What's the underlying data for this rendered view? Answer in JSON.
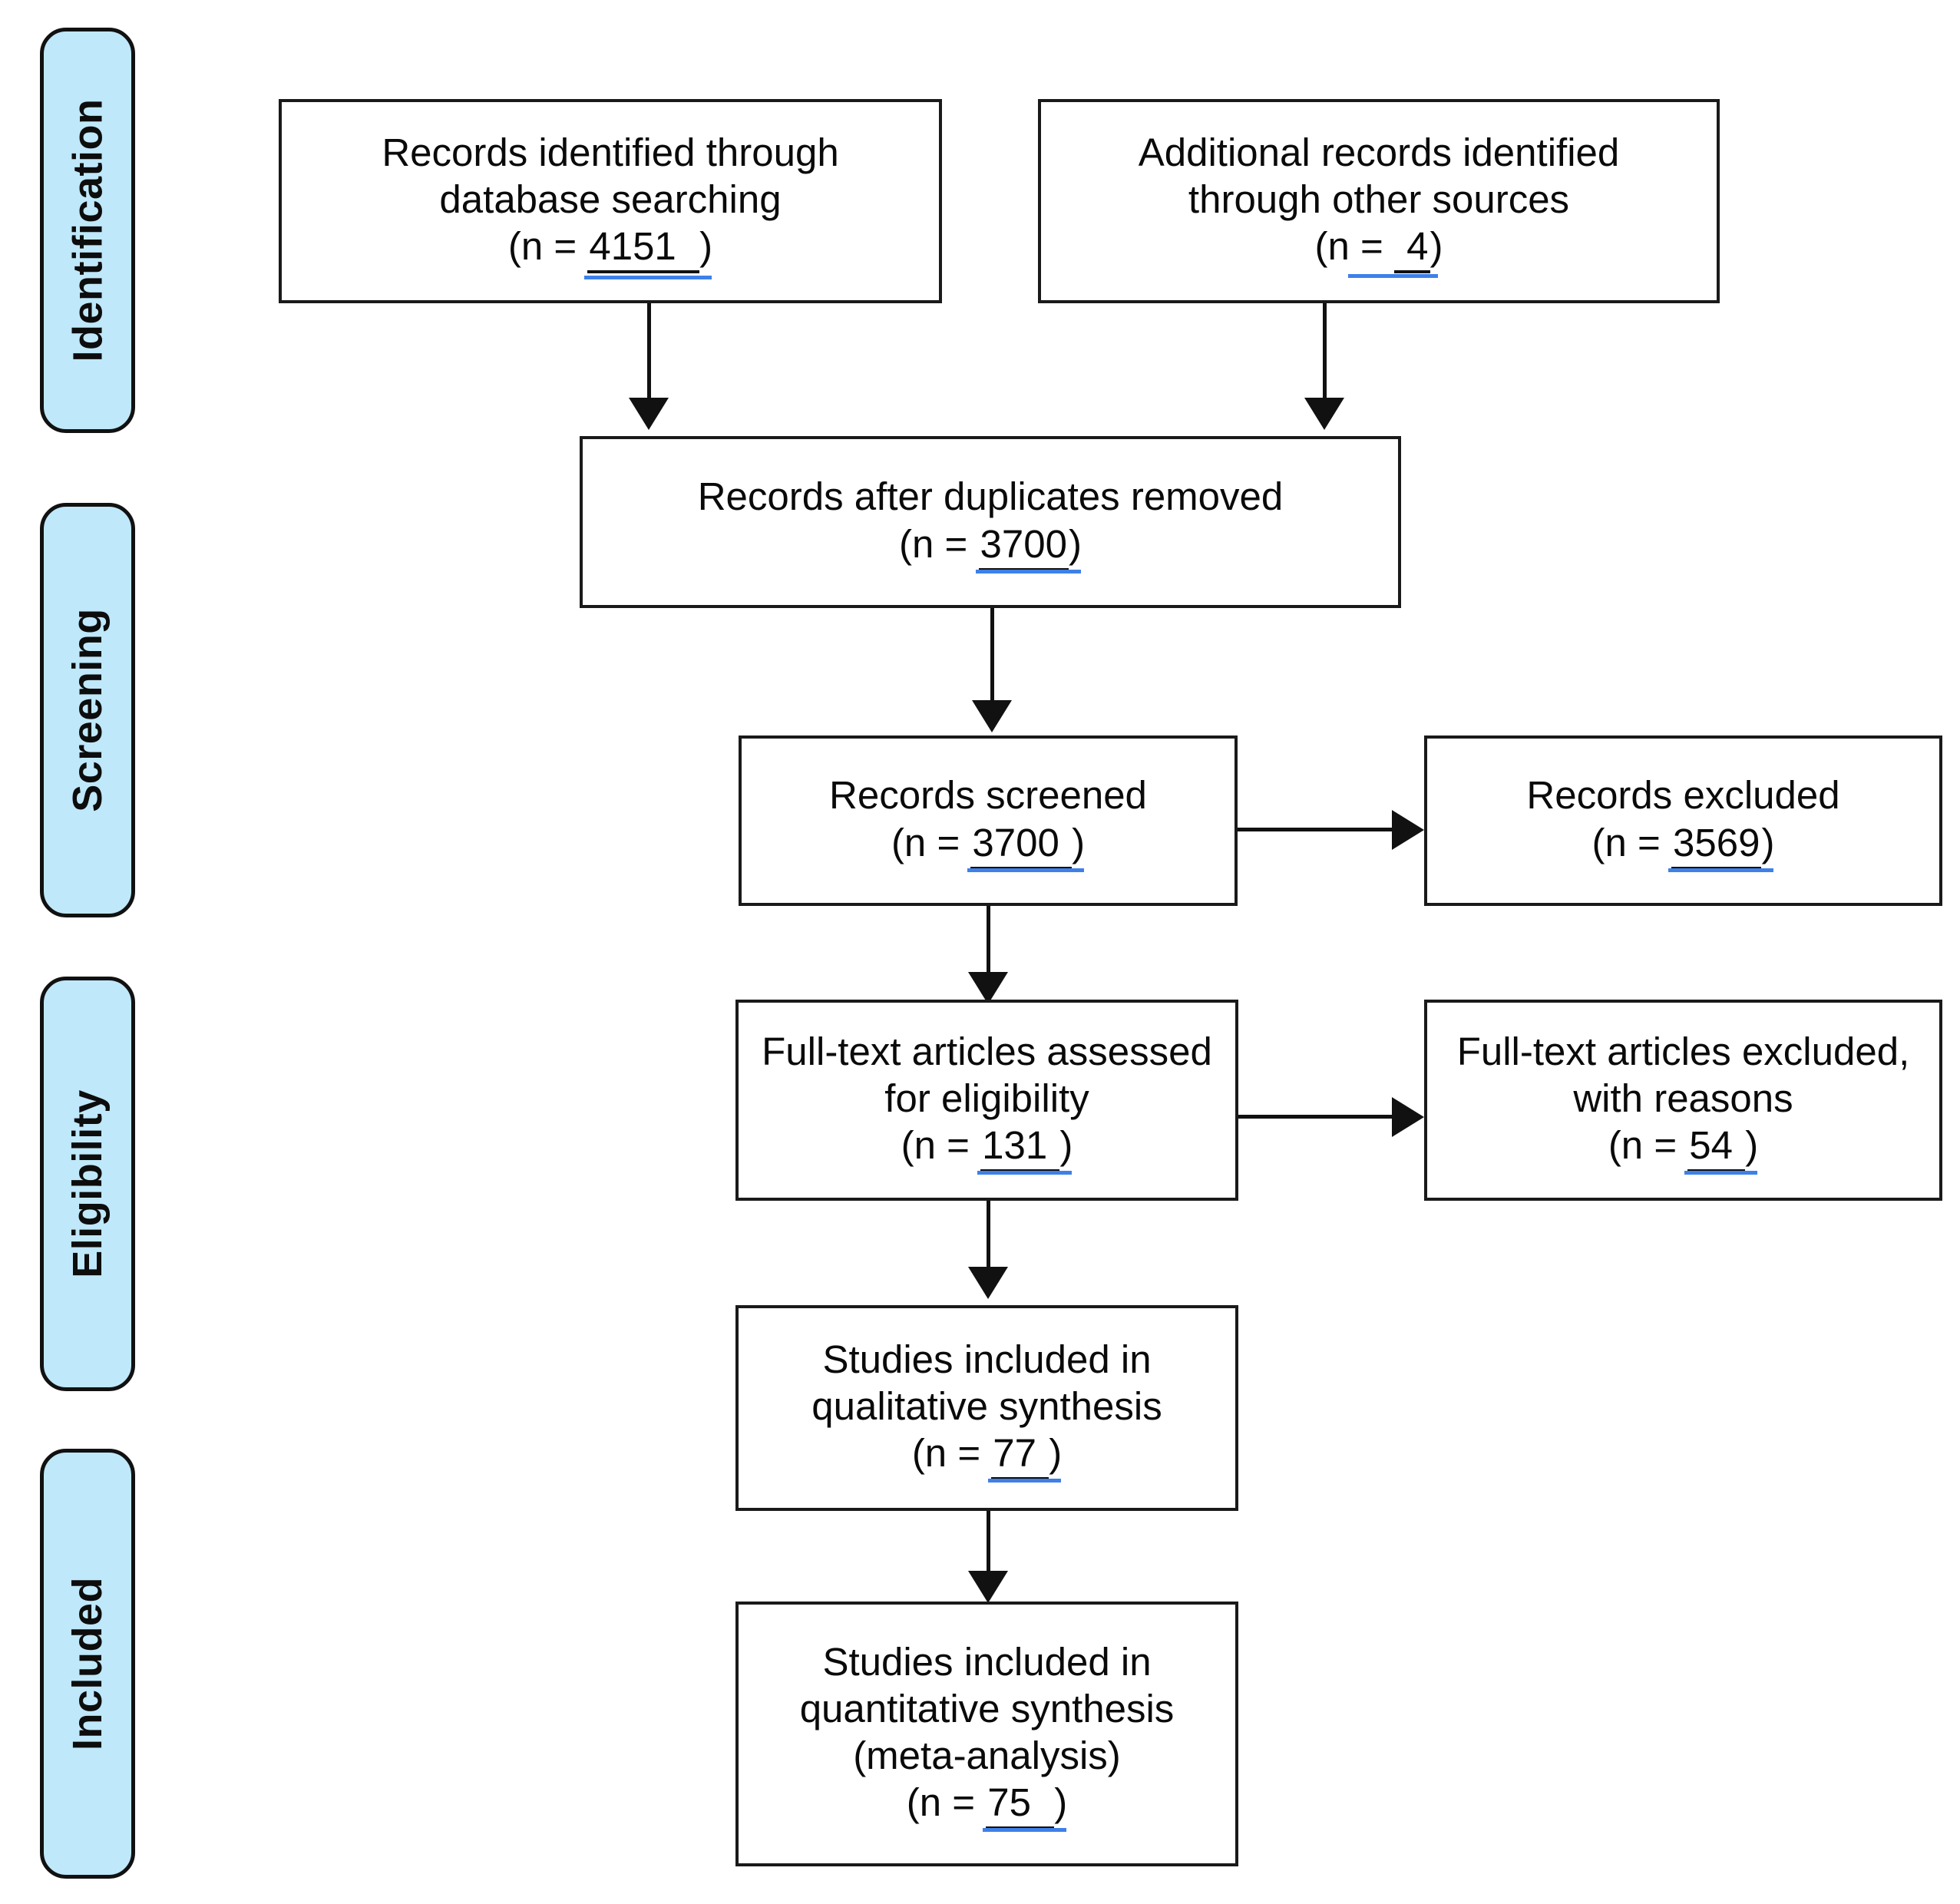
{
  "diagram": {
    "title": "PRISMA flow diagram",
    "type": "prisma-flow-diagram",
    "colors": {
      "stage_pill_fill": "#BFE8FA",
      "stage_pill_border": "#111111",
      "box_border": "#1A1A1A",
      "box_fill": "#FFFFFF",
      "text": "#0A0A0A",
      "connector": "#111111",
      "blank_underline_blue": "#3E80E8",
      "blank_underline_black": "#111111"
    }
  },
  "stages": [
    {
      "id": "identification",
      "label": "Identification"
    },
    {
      "id": "screening",
      "label": "Screening"
    },
    {
      "id": "eligibility",
      "label": "Eligibility"
    },
    {
      "id": "included",
      "label": "Included"
    }
  ],
  "boxes": {
    "db_search": {
      "lines": [
        "Records identified through",
        "database searching"
      ],
      "count_prefix": "(n =",
      "count_value": "4151",
      "count_suffix": ")"
    },
    "other_sources": {
      "lines": [
        "Additional records identified",
        "through other sources"
      ],
      "count_prefix": "(n =",
      "count_value": "4",
      "count_suffix": ")"
    },
    "duplicates_removed": {
      "lines": [
        "Records after duplicates removed"
      ],
      "count_prefix": "(n =",
      "count_value": "3700",
      "count_suffix": ")"
    },
    "records_screened": {
      "lines": [
        "Records screened"
      ],
      "count_prefix": "(n =",
      "count_value": "3700",
      "count_suffix": ")"
    },
    "records_excluded": {
      "lines": [
        "Records excluded"
      ],
      "count_prefix": "(n =",
      "count_value": "3569",
      "count_suffix": ")"
    },
    "fulltext_assessed": {
      "lines": [
        "Full-text articles assessed",
        "for eligibility"
      ],
      "count_prefix": "(n =",
      "count_value": "131",
      "count_suffix": ")"
    },
    "fulltext_excluded": {
      "lines": [
        "Full-text articles excluded,",
        "with reasons"
      ],
      "count_prefix": "(n =",
      "count_value": "54",
      "count_suffix": ")"
    },
    "qualitative": {
      "lines": [
        "Studies included in",
        "qualitative synthesis"
      ],
      "count_prefix": "(n =",
      "count_value": "77",
      "count_suffix": ")"
    },
    "quantitative": {
      "lines": [
        "Studies included in",
        "quantitative synthesis",
        "(meta-analysis)"
      ],
      "count_prefix": "(n =",
      "count_value": "75",
      "count_suffix": ")"
    }
  },
  "chart_data": {
    "type": "diagram",
    "title": "PRISMA flow diagram",
    "nodes": [
      {
        "id": "db_search",
        "stage": "Identification",
        "label": "Records identified through database searching",
        "n": 4151
      },
      {
        "id": "other_sources",
        "stage": "Identification",
        "label": "Additional records identified through other sources",
        "n": 4
      },
      {
        "id": "duplicates_removed",
        "stage": "Screening",
        "label": "Records after duplicates removed",
        "n": 3700
      },
      {
        "id": "records_screened",
        "stage": "Screening",
        "label": "Records screened",
        "n": 3700
      },
      {
        "id": "records_excluded",
        "stage": "Screening",
        "label": "Records excluded",
        "n": 3569
      },
      {
        "id": "fulltext_assessed",
        "stage": "Eligibility",
        "label": "Full-text articles assessed for eligibility",
        "n": 131
      },
      {
        "id": "fulltext_excluded",
        "stage": "Eligibility",
        "label": "Full-text articles excluded, with reasons",
        "n": 54
      },
      {
        "id": "qualitative",
        "stage": "Included",
        "label": "Studies included in qualitative synthesis",
        "n": 77
      },
      {
        "id": "quantitative",
        "stage": "Included",
        "label": "Studies included in quantitative synthesis (meta-analysis)",
        "n": 75
      }
    ],
    "edges": [
      {
        "from": "db_search",
        "to": "duplicates_removed",
        "direction": "down"
      },
      {
        "from": "other_sources",
        "to": "duplicates_removed",
        "direction": "down"
      },
      {
        "from": "duplicates_removed",
        "to": "records_screened",
        "direction": "down"
      },
      {
        "from": "records_screened",
        "to": "records_excluded",
        "direction": "right"
      },
      {
        "from": "records_screened",
        "to": "fulltext_assessed",
        "direction": "down"
      },
      {
        "from": "fulltext_assessed",
        "to": "fulltext_excluded",
        "direction": "right"
      },
      {
        "from": "fulltext_assessed",
        "to": "qualitative",
        "direction": "down"
      },
      {
        "from": "qualitative",
        "to": "quantitative",
        "direction": "down"
      }
    ]
  }
}
